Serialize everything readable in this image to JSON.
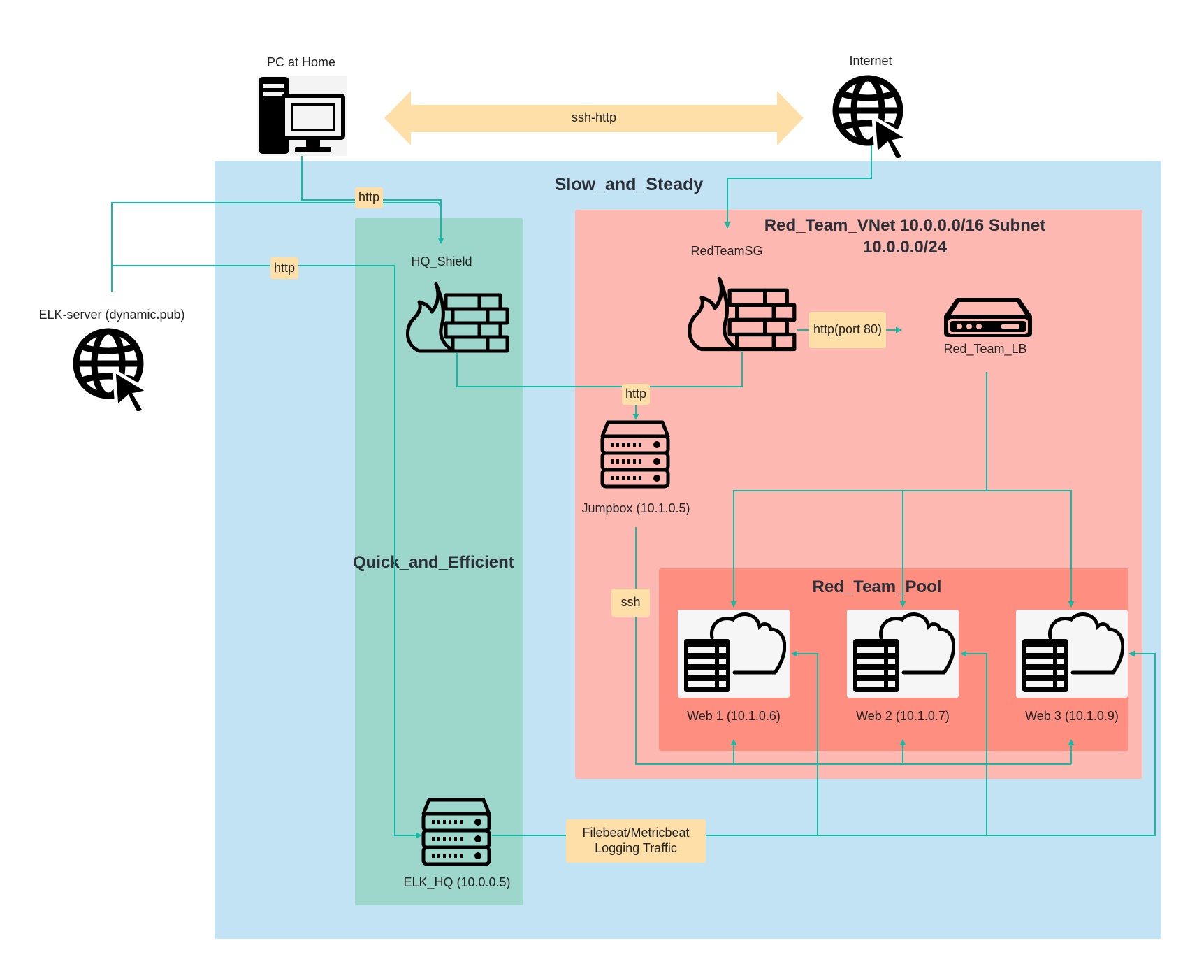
{
  "colors": {
    "outer_zone": "#c2e3f4",
    "hq_zone": "#9dd6cb",
    "vnet_zone": "#fdb9b1",
    "pool_zone": "#fd8e80",
    "connector": "#16b9a3",
    "tag": "#fddfa7",
    "web_card": "#f6f6f6"
  },
  "zones": {
    "outer": "Slow_and_Steady",
    "hq": "Quick_and_Efficient",
    "vnet_line1": "Red_Team_VNet 10.0.0.0/16 Subnet",
    "vnet_line2": "10.0.0.0/24",
    "pool": "Red_Team_Pool"
  },
  "nodes": {
    "pc": {
      "label": "PC at Home",
      "icon": "desktop-computer-icon"
    },
    "internet": {
      "label": "Internet",
      "icon": "globe-cursor-icon"
    },
    "elk_server": {
      "label": "ELK-server (dynamic.pub)",
      "icon": "globe-cursor-icon"
    },
    "hq_shield": {
      "label": "HQ_Shield",
      "icon": "firewall-icon"
    },
    "redteamsg": {
      "label": "RedTeamSG",
      "icon": "firewall-icon"
    },
    "lb": {
      "label": "Red_Team_LB",
      "icon": "router-icon"
    },
    "jumpbox": {
      "label": "Jumpbox (10.1.0.5)",
      "icon": "server-rack-icon"
    },
    "elk_hq": {
      "label": "ELK_HQ (10.0.0.5)",
      "icon": "server-rack-icon"
    },
    "web1": {
      "label": "Web 1 (10.1.0.6)",
      "icon": "cloud-server-icon"
    },
    "web2": {
      "label": "Web 2 (10.1.0.7)",
      "icon": "cloud-server-icon"
    },
    "web3": {
      "label": "Web 3 (10.1.0.9)",
      "icon": "cloud-server-icon"
    }
  },
  "edge_labels": {
    "ssh_http": "ssh-http",
    "http_pc": "http",
    "http_elk": "http",
    "http_jumpbox": "http",
    "http_port80": "http(port 80)",
    "ssh": "ssh",
    "logging_line1": "Filebeat/Metricbeat",
    "logging_line2": "Logging Traffic"
  }
}
